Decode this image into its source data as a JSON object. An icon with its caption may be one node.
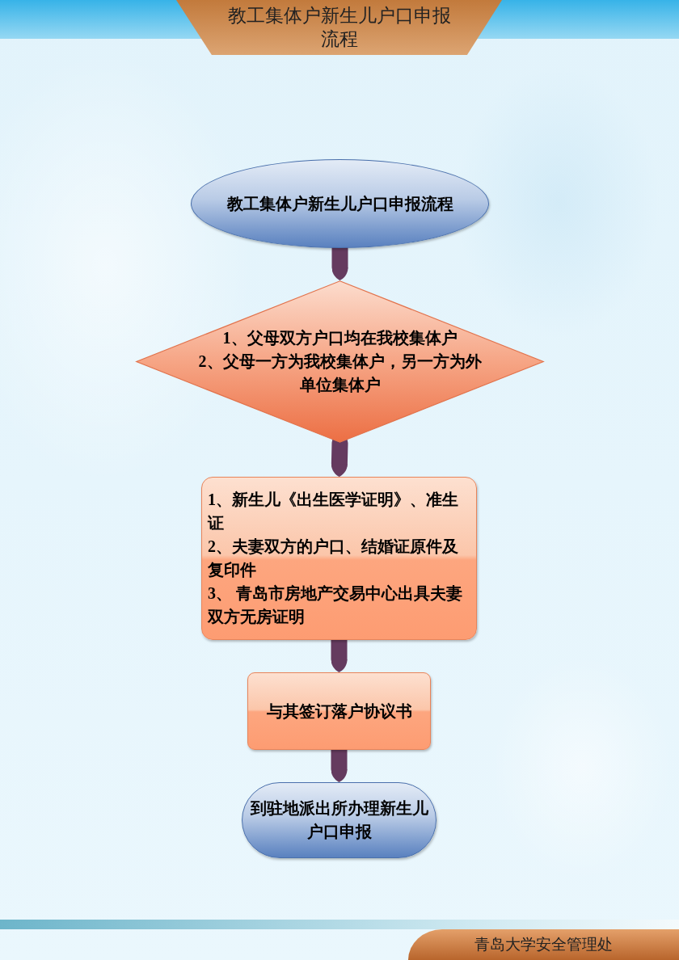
{
  "diagram": {
    "title": "教工集体户新生儿户口申报流程",
    "nodes": [
      {
        "text": [
          "教工集体户新生儿户口申报流程"
        ]
      },
      {
        "text": [
          "1、父母双方户口均在我校集体户",
          "2、父母一方为我校集体户，另一方为外单位集体户"
        ]
      },
      {
        "text": [
          "1、新生儿《出生医学证明》、准生证",
          "2、夫妻双方的户口、结婚证原件及复印件",
          "3、 青岛市房地产交易中心出具夫妻双方无房证明"
        ]
      },
      {
        "text": [
          "与其签订落户协议书"
        ]
      },
      {
        "text": [
          "到驻地派出所办理新生儿户口申报"
        ]
      }
    ],
    "edges": [
      {
        "from": 0,
        "to": 1,
        "arrow": "to"
      },
      {
        "from": 1,
        "to": 2,
        "arrow": "to"
      },
      {
        "from": 2,
        "to": 3,
        "arrow": "to"
      },
      {
        "from": 3,
        "to": 4,
        "arrow": "to"
      }
    ],
    "labels": [
      "青岛大学安全管理处"
    ]
  }
}
